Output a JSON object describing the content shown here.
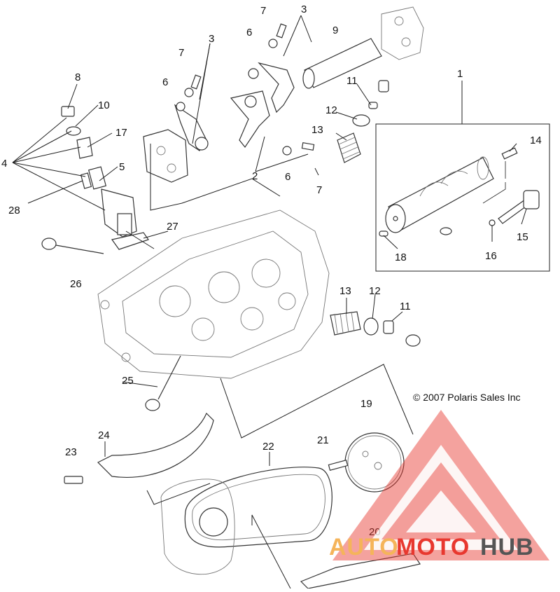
{
  "diagram": {
    "copyright": "© 2007 Polaris Sales Inc",
    "watermark": {
      "text_a": "AUTO",
      "text_b": "MOTO",
      "text_c": "HUB",
      "color_orange": "#f5b45a",
      "color_red": "#e8382f",
      "color_gray": "#555555"
    },
    "callouts": [
      "1",
      "2",
      "3",
      "4",
      "5",
      "6",
      "7",
      "8",
      "9",
      "10",
      "11",
      "12",
      "13",
      "14",
      "15",
      "16",
      "17",
      "18",
      "19",
      "20",
      "21",
      "22",
      "23",
      "24",
      "25",
      "26",
      "27",
      "28"
    ]
  }
}
